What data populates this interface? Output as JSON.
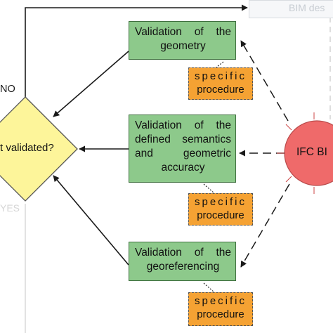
{
  "diagram": {
    "top_box_text": "BIM des",
    "diamond_text": "t validated?",
    "no_label": "NO",
    "yes_label": "YES",
    "ifc_text": "IFC BI",
    "validations": [
      {
        "line1": "Validation of the",
        "line2": "geometry",
        "line3": "",
        "line4": ""
      },
      {
        "line1": "Validation of the",
        "line2": "defined semantics",
        "line3": "and geometric",
        "line4": "accuracy"
      },
      {
        "line1": "Validation of the",
        "line2": "georeferencing",
        "line3": "",
        "line4": ""
      }
    ],
    "procedure": {
      "line1": "specific",
      "line2": "procedure"
    },
    "colors": {
      "validation_fill": "#8dc98b",
      "procedure_fill": "#f5a233",
      "diamond_fill": "#fdf59a",
      "ifc_fill": "#ef6a6a"
    }
  }
}
